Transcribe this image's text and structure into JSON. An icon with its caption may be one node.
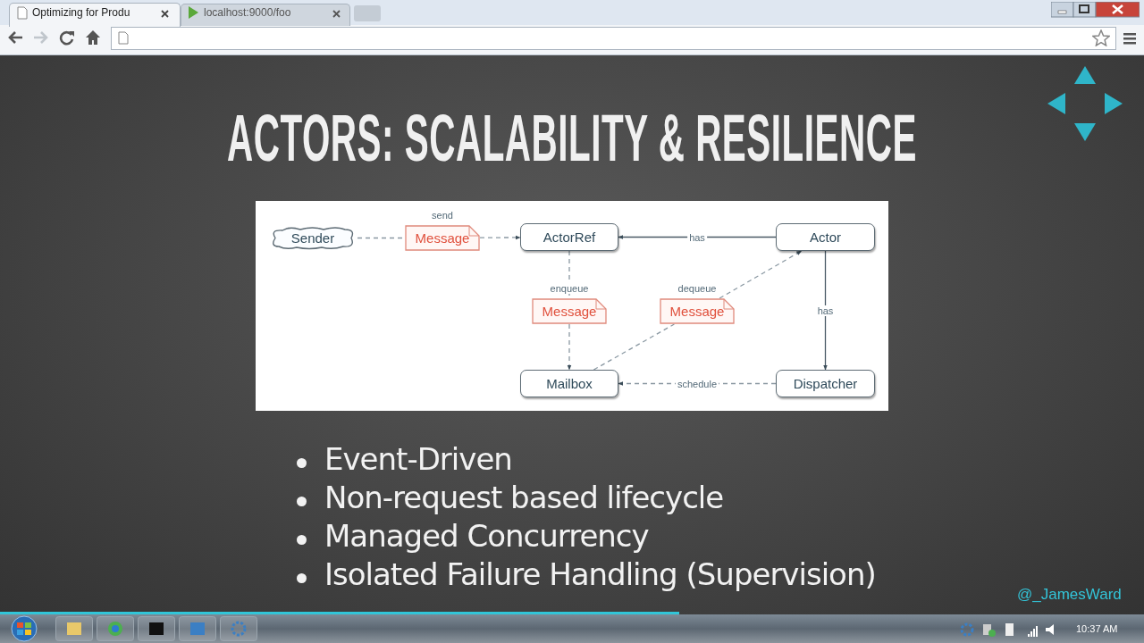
{
  "diagram": {
    "title": "ACTORS: SCALABILITY & RESILIENCE",
    "nodes": [
      {
        "text": [
          "Sender"
        ]
      },
      {
        "text": [
          "Message"
        ],
        "beside": [
          "send"
        ]
      },
      {
        "text": [
          "ActorRef"
        ]
      },
      {
        "text": [
          "Actor"
        ]
      },
      {
        "text": [
          "Message"
        ],
        "beside": [
          "enqueue"
        ]
      },
      {
        "text": [
          "Message"
        ],
        "beside": [
          "dequeue"
        ]
      },
      {
        "text": [
          "Mailbox"
        ]
      },
      {
        "text": [
          "Dispatcher"
        ]
      }
    ],
    "edges": [
      {
        "from": 0,
        "to": 1,
        "arrow": "none",
        "style": "dashed"
      },
      {
        "from": 1,
        "to": 2,
        "arrow": "to",
        "style": "dashed"
      },
      {
        "from": 3,
        "to": 2,
        "arrow": "to",
        "label": "has"
      },
      {
        "from": 2,
        "to": 4,
        "arrow": "none",
        "style": "dashed"
      },
      {
        "from": 4,
        "to": 6,
        "arrow": "to",
        "style": "dashed"
      },
      {
        "from": 6,
        "to": 5,
        "arrow": "none",
        "style": "dashed"
      },
      {
        "from": 5,
        "to": 3,
        "arrow": "to",
        "style": "dashed"
      },
      {
        "from": 3,
        "to": 7,
        "arrow": "to",
        "label": "has"
      },
      {
        "from": 7,
        "to": 6,
        "arrow": "to",
        "label": "schedule",
        "style": "dashed"
      }
    ],
    "labels": [
      "Optimizing for Produ",
      "localhost:9000/foo",
      "Event-Driven",
      "Non-request based lifecycle",
      "Managed Concurrency",
      "Isolated Failure Handling (Supervision)",
      "@_JamesWard",
      "10:37 AM"
    ]
  }
}
